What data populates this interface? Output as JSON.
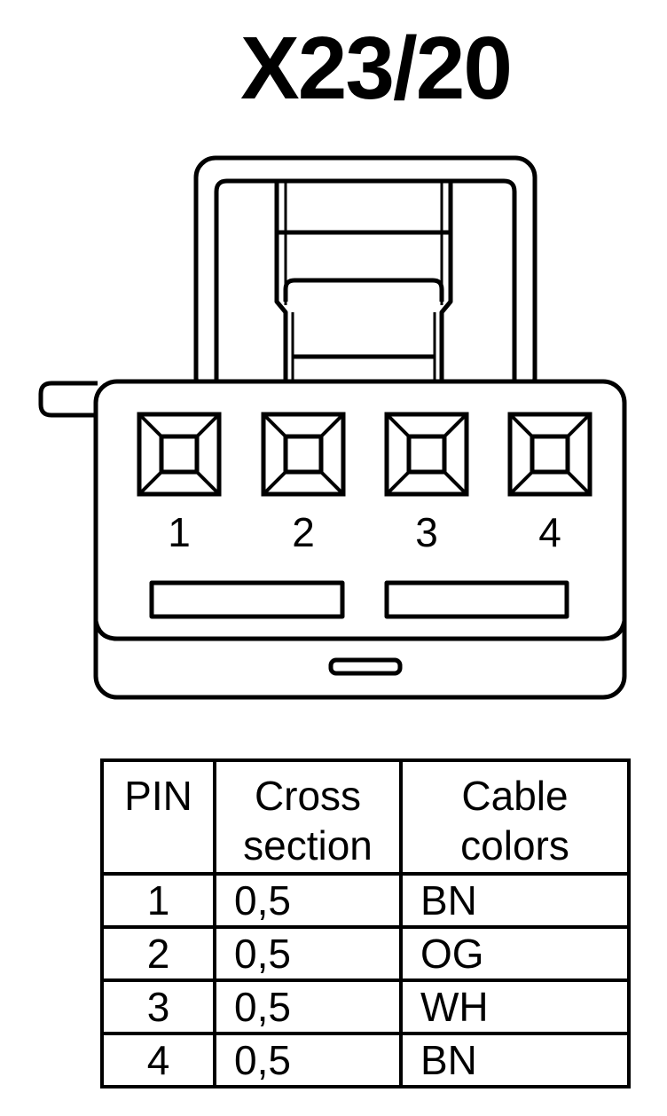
{
  "title": "X23/20",
  "pins": [
    {
      "label": "1"
    },
    {
      "label": "2"
    },
    {
      "label": "3"
    },
    {
      "label": "4"
    }
  ],
  "table": {
    "headers": {
      "pin": "PIN",
      "cross_line1": "Cross",
      "cross_line2": "section",
      "color_line1": "Cable",
      "color_line2": "colors"
    },
    "rows": [
      {
        "pin": "1",
        "cross": "0,5",
        "color": "BN"
      },
      {
        "pin": "2",
        "cross": "0,5",
        "color": "OG"
      },
      {
        "pin": "3",
        "cross": "0,5",
        "color": "WH"
      },
      {
        "pin": "4",
        "cross": "0,5",
        "color": "BN"
      }
    ]
  },
  "colors": {
    "stroke": "#000000",
    "background": "#ffffff"
  }
}
